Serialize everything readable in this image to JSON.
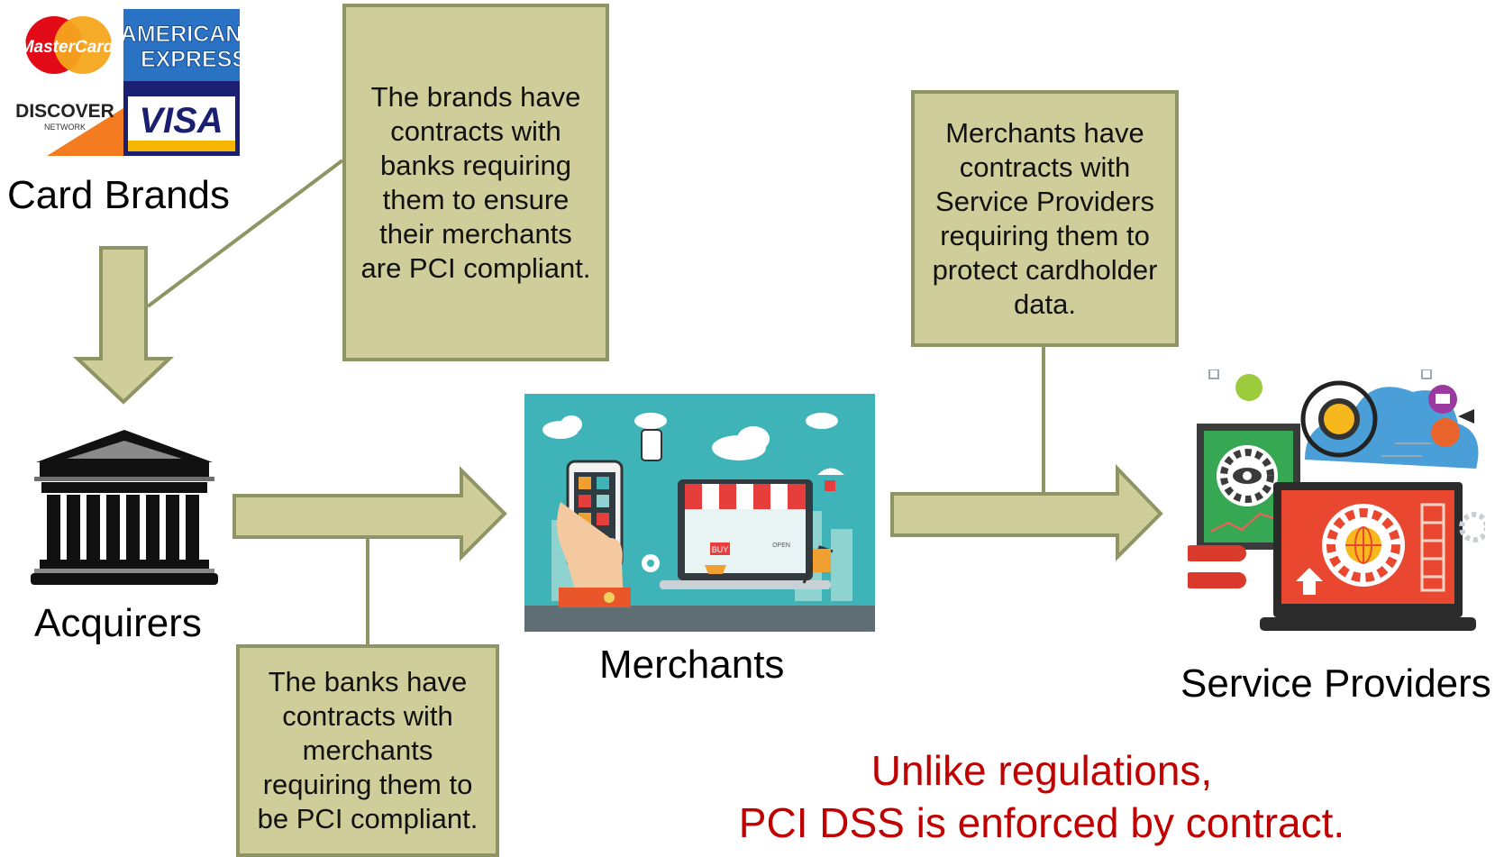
{
  "brands": {
    "mastercard": "MasterCard",
    "amex_line1": "AMERICAN",
    "amex_line2": "EXPRESS",
    "discover": "DISCOVER",
    "discover_sub": "NETWORK",
    "visa": "VISA"
  },
  "nodes": {
    "card_brands": "Card Brands",
    "acquirers": "Acquirers",
    "merchants": "Merchants",
    "service_providers": "Service Providers"
  },
  "notes": {
    "brands_to_banks": "The brands have contracts with banks requiring them to ensure their merchants are PCI compliant.",
    "banks_to_merchants": "The banks have contracts with merchants requiring them to be PCI compliant.",
    "merchants_to_providers": "Merchants have contracts with Service Providers requiring them to protect cardholder data."
  },
  "shop": {
    "buy": "BUY",
    "open": "OPEN"
  },
  "footer": {
    "line1": "Unlike regulations,",
    "line2": "PCI DSS is enforced by contract."
  },
  "colors": {
    "note_fill": "#cfcd9a",
    "note_border": "#8e9463",
    "arrow_fill": "#cfcd9a",
    "footer_text": "#c00000"
  }
}
